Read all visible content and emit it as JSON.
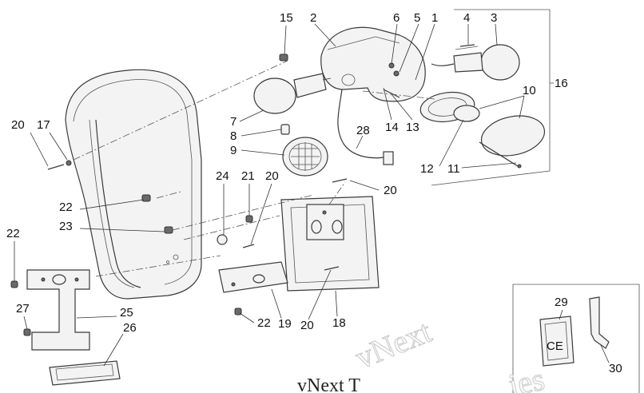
{
  "figure": {
    "group_number": "16",
    "kit_ce_mark": "CE",
    "watermark_primary": "vNext",
    "watermark_secondary": "vNext T",
    "watermark_tail": "ies"
  },
  "callouts": [
    {
      "id": "15",
      "label": "15"
    },
    {
      "id": "2",
      "label": "2"
    },
    {
      "id": "6",
      "label": "6"
    },
    {
      "id": "5",
      "label": "5"
    },
    {
      "id": "1",
      "label": "1"
    },
    {
      "id": "4",
      "label": "4"
    },
    {
      "id": "3",
      "label": "3"
    },
    {
      "id": "10",
      "label": "10"
    },
    {
      "id": "7",
      "label": "7"
    },
    {
      "id": "8",
      "label": "8"
    },
    {
      "id": "9",
      "label": "9"
    },
    {
      "id": "28",
      "label": "28"
    },
    {
      "id": "14",
      "label": "14"
    },
    {
      "id": "13",
      "label": "13"
    },
    {
      "id": "12",
      "label": "12"
    },
    {
      "id": "11",
      "label": "11"
    },
    {
      "id": "20a",
      "label": "20"
    },
    {
      "id": "17",
      "label": "17"
    },
    {
      "id": "24",
      "label": "24"
    },
    {
      "id": "21",
      "label": "21"
    },
    {
      "id": "20b",
      "label": "20"
    },
    {
      "id": "20c",
      "label": "20"
    },
    {
      "id": "22a",
      "label": "22"
    },
    {
      "id": "23",
      "label": "23"
    },
    {
      "id": "22b",
      "label": "22"
    },
    {
      "id": "27",
      "label": "27"
    },
    {
      "id": "25",
      "label": "25"
    },
    {
      "id": "26",
      "label": "26"
    },
    {
      "id": "22c",
      "label": "22"
    },
    {
      "id": "19",
      "label": "19"
    },
    {
      "id": "20d",
      "label": "20"
    },
    {
      "id": "18",
      "label": "18"
    },
    {
      "id": "29",
      "label": "29"
    },
    {
      "id": "30",
      "label": "30"
    }
  ],
  "colors": {
    "line": "#3a3a3a",
    "background": "#ffffff",
    "watermark": "#cfcfcf"
  }
}
